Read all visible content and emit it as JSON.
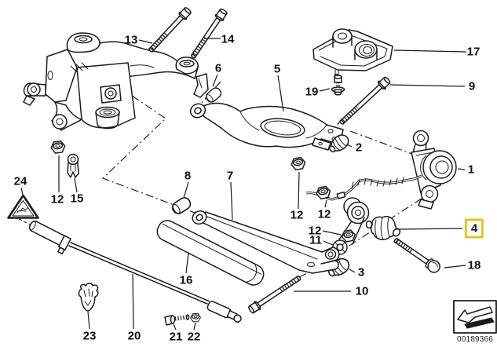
{
  "callouts": {
    "c1": "1",
    "c2": "2",
    "c3": "3",
    "c4": "4",
    "c5": "5",
    "c6": "6",
    "c7": "7",
    "c8": "8",
    "c9": "9",
    "c10": "10",
    "c11": "11",
    "c12a": "12",
    "c12b": "12",
    "c12c": "12",
    "c12d": "12",
    "c13": "13",
    "c14": "14",
    "c15": "15",
    "c16": "16",
    "c17": "17",
    "c18": "18",
    "c19": "19",
    "c20": "20",
    "c21": "21",
    "c22": "22",
    "c23": "23",
    "c24": "24"
  },
  "highlighted_callout": "4",
  "footer": {
    "part_number": "00189366"
  },
  "colors": {
    "line": "#1b1b1b",
    "background": "#ffffff",
    "highlight_border": "#e4c31d"
  },
  "icons": {
    "warning_triangle": "warning-triangle-icon",
    "page_arrow": "page-arrow-icon"
  }
}
